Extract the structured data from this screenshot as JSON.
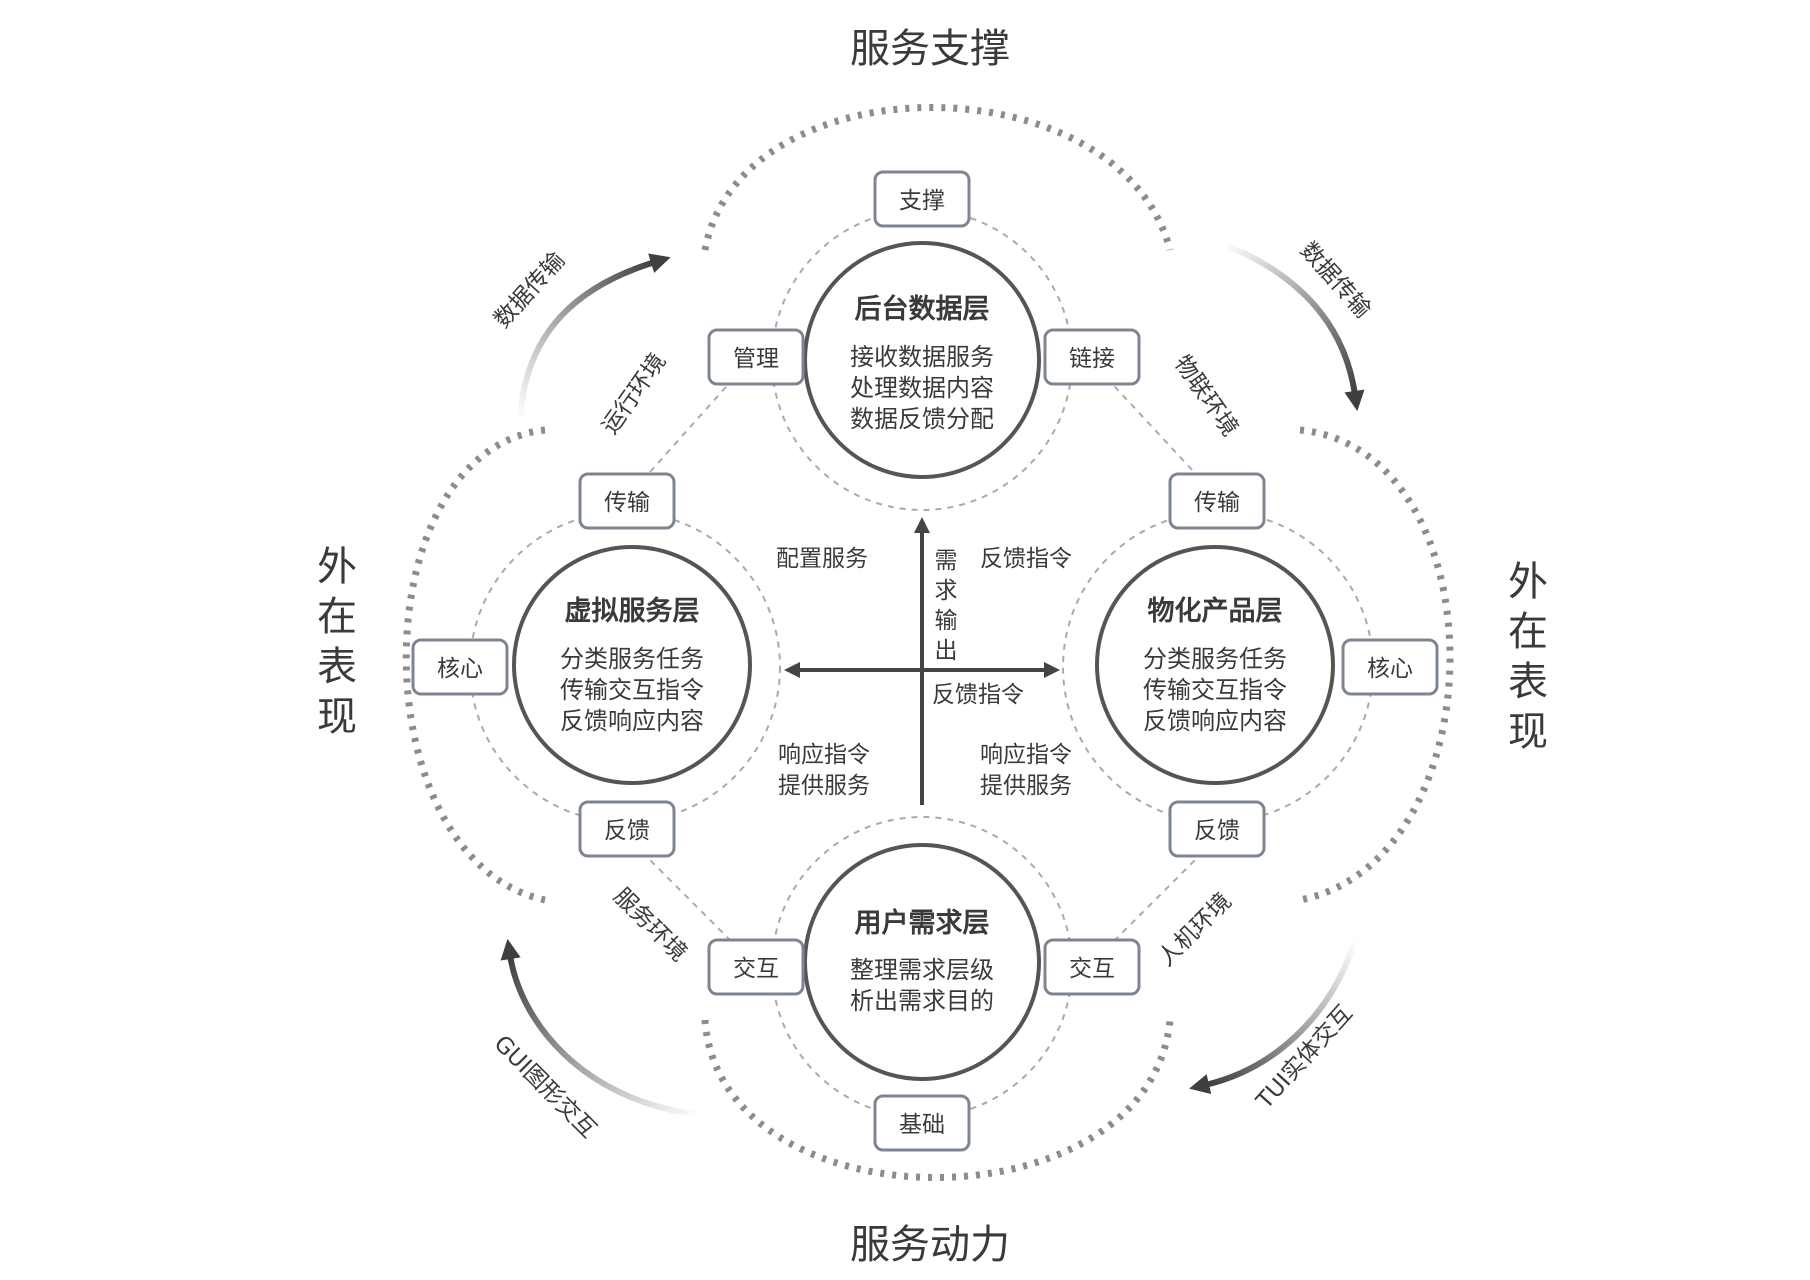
{
  "outer_labels": {
    "top": "服务支撑",
    "bottom": "服务动力",
    "left": "外在表现",
    "right": "外在表现"
  },
  "flows": {
    "top_left": "数据传输",
    "top_right": "数据传输",
    "bottom_left": "GUI图形交互",
    "bottom_right": "TUI实体交互"
  },
  "environments": {
    "upper_left": "运行环境",
    "upper_right": "物联环境",
    "lower_left": "服务环境",
    "lower_right": "人机环境"
  },
  "layers": {
    "top": {
      "title": "后台数据层",
      "lines": [
        "接收数据服务",
        "处理数据内容",
        "数据反馈分配"
      ],
      "tags": {
        "top": "支撑",
        "left": "管理",
        "right": "链接"
      }
    },
    "left": {
      "title": "虚拟服务层",
      "lines": [
        "分类服务任务",
        "传输交互指令",
        "反馈响应内容"
      ],
      "tags": {
        "top": "传输",
        "left": "核心",
        "bottom": "反馈"
      }
    },
    "right": {
      "title": "物化产品层",
      "lines": [
        "分类服务任务",
        "传输交互指令",
        "反馈响应内容"
      ],
      "tags": {
        "top": "传输",
        "right": "核心",
        "bottom": "反馈"
      }
    },
    "bottom": {
      "title": "用户需求层",
      "lines": [
        "整理需求层级",
        "析出需求目的"
      ],
      "tags": {
        "left": "交互",
        "right": "交互",
        "bottom": "基础"
      }
    }
  },
  "center": {
    "upper_left": "配置服务",
    "upper_right": "反馈指令",
    "vertical": "需求输出",
    "right_axis": "反馈指令",
    "lower_left": [
      "响应指令",
      "提供服务"
    ],
    "lower_right": [
      "响应指令",
      "提供服务"
    ]
  }
}
